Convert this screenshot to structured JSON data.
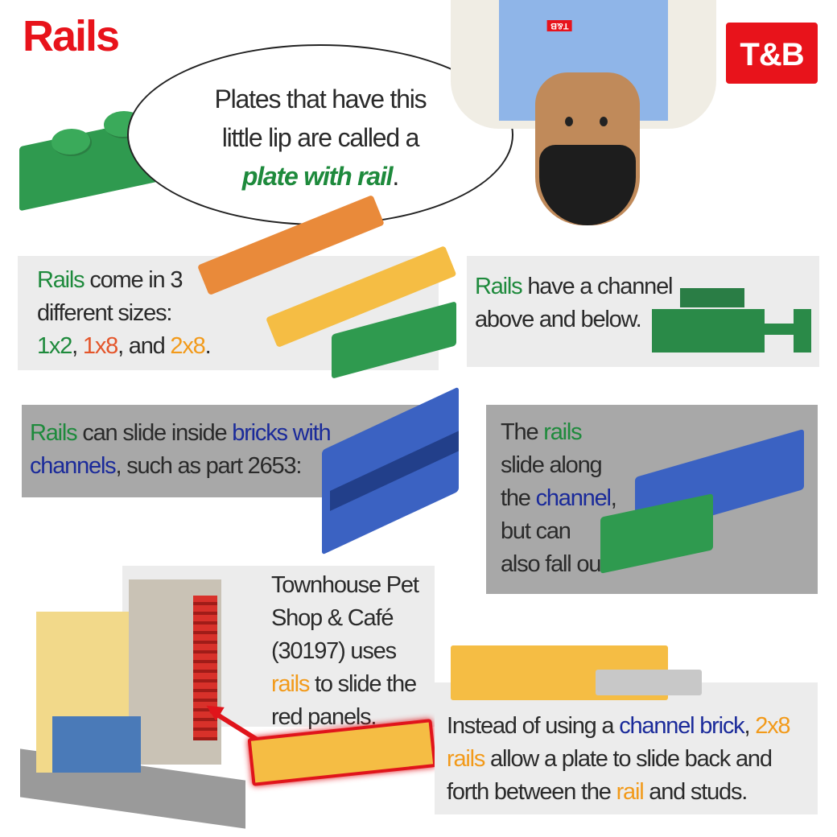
{
  "title": "Rails",
  "logo": {
    "text": "T&B",
    "color": "#e8131b"
  },
  "bubble": {
    "line1": "Plates that have this",
    "line2": "little lip are called a",
    "term": "plate with rail",
    "end": "."
  },
  "panel_sizes": {
    "w1": "Rails",
    "t1": " come in 3",
    "line2": "different sizes:",
    "s1": "1x2",
    "c1": ", ",
    "s2": "1x8",
    "c2": ", and ",
    "s3": "2x8",
    "end": "."
  },
  "panel_channel": {
    "w1": "Rails",
    "t1": " have a channel",
    "line2": "above and below."
  },
  "panel_slide": {
    "w1": "Rails",
    "t1": " can slide inside ",
    "b1": "bricks with",
    "b2": "channels",
    "t2": ", such as part 2653:"
  },
  "panel_fall": {
    "t1": "The ",
    "w1": "rails",
    "line2": "slide along",
    "t3": "the ",
    "b1": "channel",
    "t4": ",",
    "line4": "but can",
    "line5": "also fall out."
  },
  "panel_town": {
    "line1": "Townhouse Pet",
    "line2": "Shop & Café",
    "line3": "(30197) uses",
    "w1": "rails",
    "t1": " to slide the",
    "line5": "red panels."
  },
  "panel_plate": {
    "t1": "Instead of using a ",
    "b1": "channel brick",
    "t2": ", ",
    "o1": "2x8",
    "o2": "rails",
    "t3": " allow a plate to slide back and",
    "line3a": "forth between the ",
    "o3": "rail",
    "line3b": " and studs."
  },
  "minifig": {
    "torso_logo": "T&B"
  }
}
